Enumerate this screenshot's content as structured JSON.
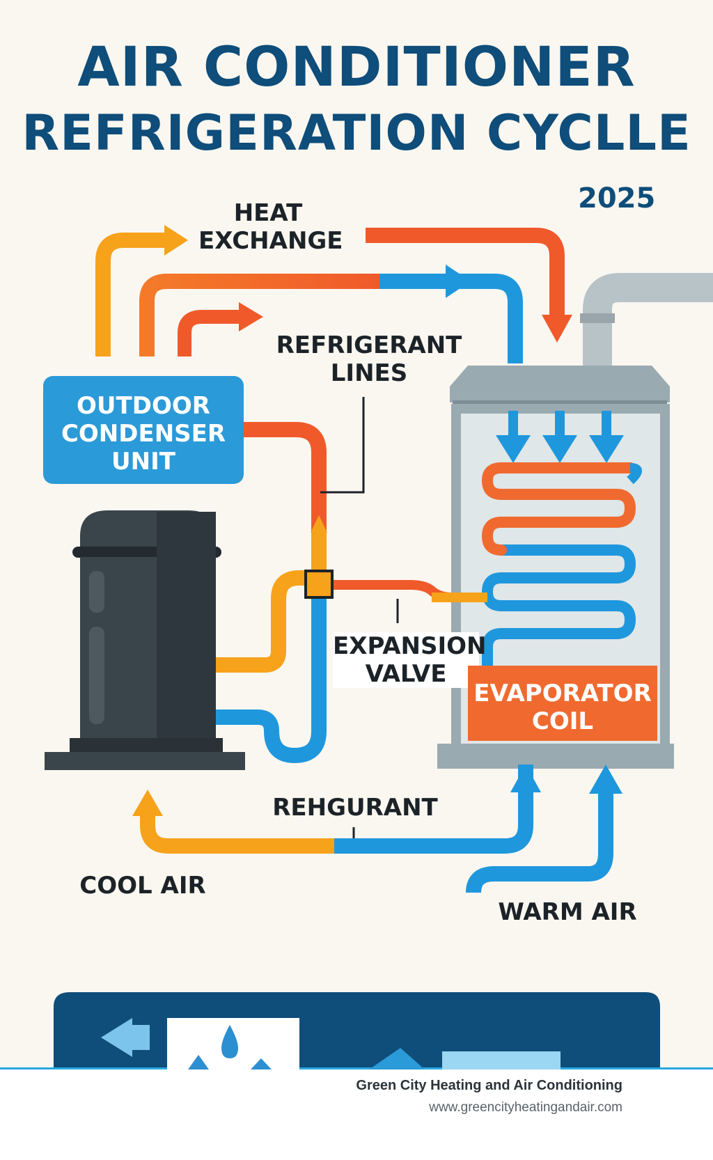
{
  "title": {
    "line1": "AIR CONDITIONER",
    "line2": "REFRIGERATION CYCLLE",
    "year": "2025"
  },
  "labels": {
    "heat_exchange": [
      "HEAT",
      "EXCHANGE"
    ],
    "refrigerant_lines": [
      "REFRIGERANT",
      "LINES"
    ],
    "outdoor_unit": [
      "OUTDOOR",
      "CONDENSER",
      "UNIT"
    ],
    "expansion_valve": [
      "EXPANSION",
      "VALVE"
    ],
    "evaporator": [
      "EVAPORATOR",
      "COIL"
    ],
    "rehgurant": "REHGURANT",
    "cool_air": "COOL AIR",
    "warm_air": "WARM AIR"
  },
  "footer": {
    "company": "Green City Heating and Air Conditioning",
    "website": "www.greencityheatingandair.com"
  },
  "colors": {
    "title": "#0f4d7a",
    "hot": "#f05a2b",
    "warm": "#f7a21b",
    "cold": "#1f97dd",
    "unit_box": "#2b9ad8",
    "evaporator_box": "#f06a30",
    "compressor": "#3a444b"
  },
  "icons": [
    "droplet-icon",
    "snowflake-icon",
    "back-arrow-icon",
    "logo-icon"
  ]
}
